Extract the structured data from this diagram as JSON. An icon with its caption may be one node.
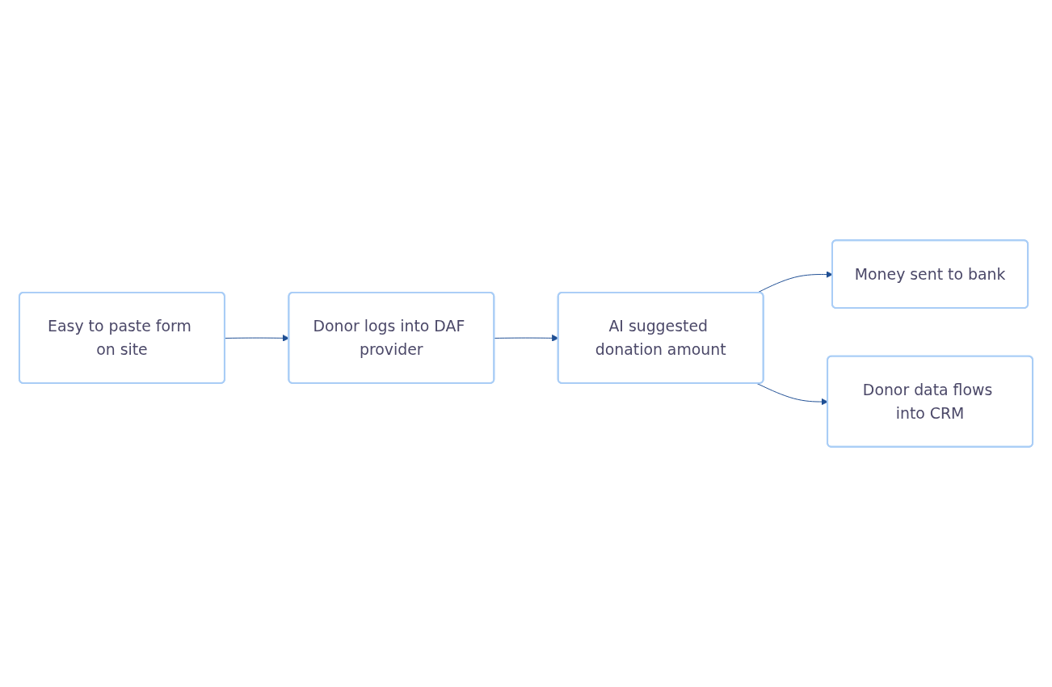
{
  "diagram": {
    "nodes": [
      {
        "text": [
          "Easy to paste form on site"
        ]
      },
      {
        "text": [
          "Donor logs into DAF provider"
        ]
      },
      {
        "text": [
          "AI suggested donation amount"
        ]
      },
      {
        "text": [
          "Money sent to bank"
        ]
      },
      {
        "text": [
          "Donor data flows into CRM"
        ]
      }
    ],
    "edges": [
      {
        "from": 0,
        "to": 1,
        "arrow": "to"
      },
      {
        "from": 1,
        "to": 2,
        "arrow": "to"
      },
      {
        "from": 2,
        "to": 3,
        "arrow": "to"
      },
      {
        "from": 2,
        "to": 4,
        "arrow": "to"
      }
    ]
  }
}
